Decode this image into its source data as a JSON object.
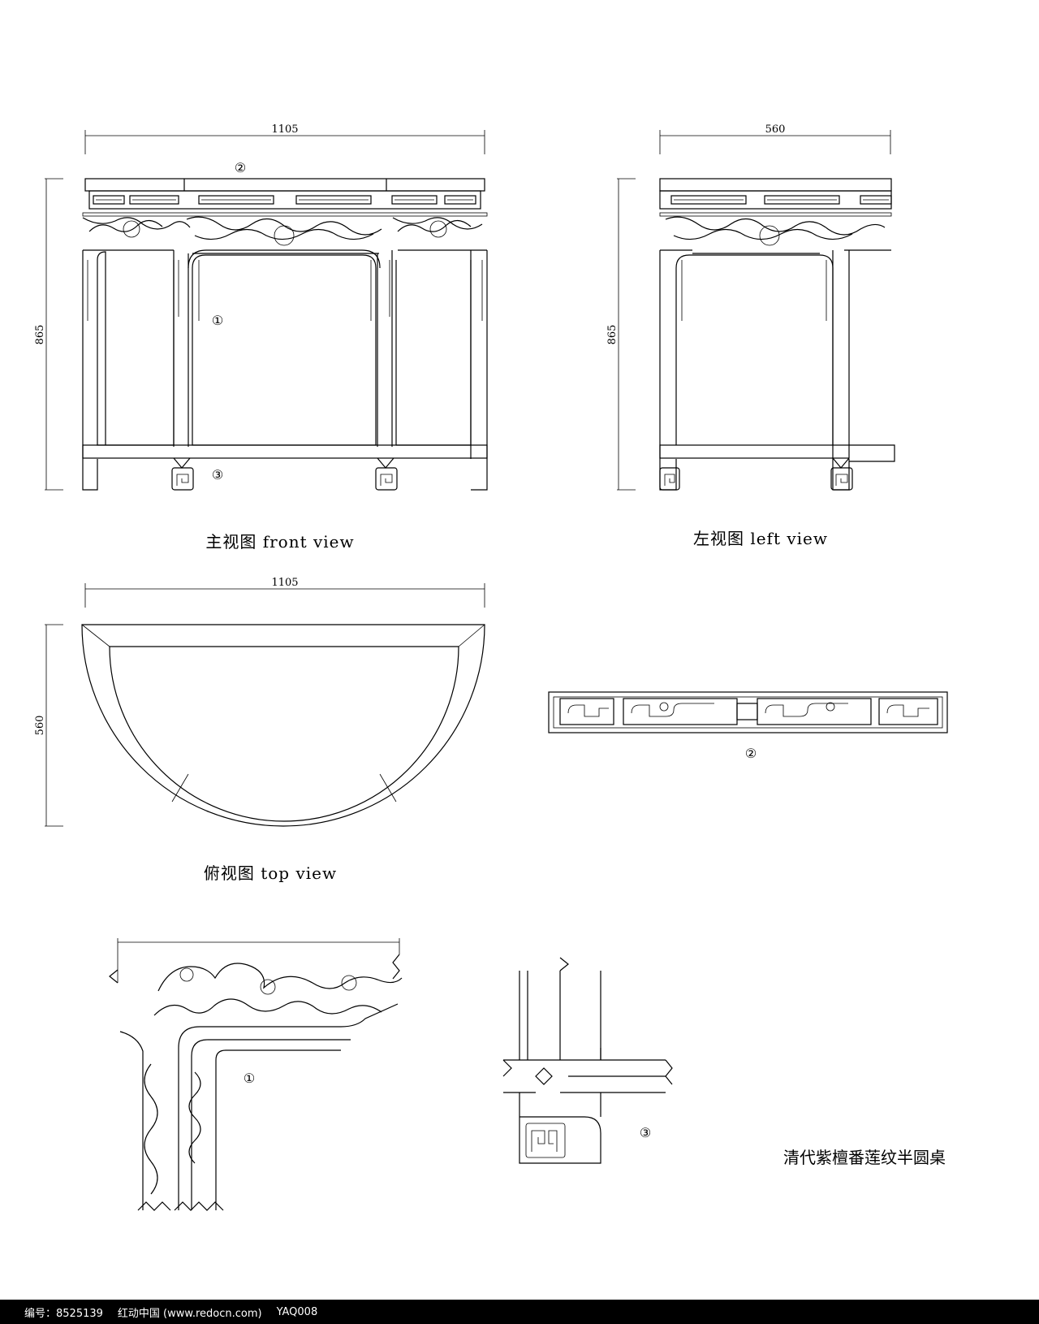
{
  "front_view": {
    "width_dim": "1105",
    "height_dim": "865",
    "caption": "主视图   front view",
    "callout_top": "②",
    "callout_apron": "①",
    "callout_foot": "③"
  },
  "left_view": {
    "width_dim": "560",
    "height_dim": "865",
    "caption": "左视图   left view"
  },
  "top_view": {
    "width_dim": "1105",
    "depth_dim": "560",
    "caption": "俯视图   top view"
  },
  "detail_2": {
    "label": "②"
  },
  "detail_1": {
    "label": "①"
  },
  "detail_3": {
    "label": "③"
  },
  "title": "清代紫檀番莲纹半圆桌",
  "footer": {
    "id_text": "编号：8525139",
    "site_text": "红动中国 (www.redocn.com)",
    "code_text": "YAQ008"
  }
}
